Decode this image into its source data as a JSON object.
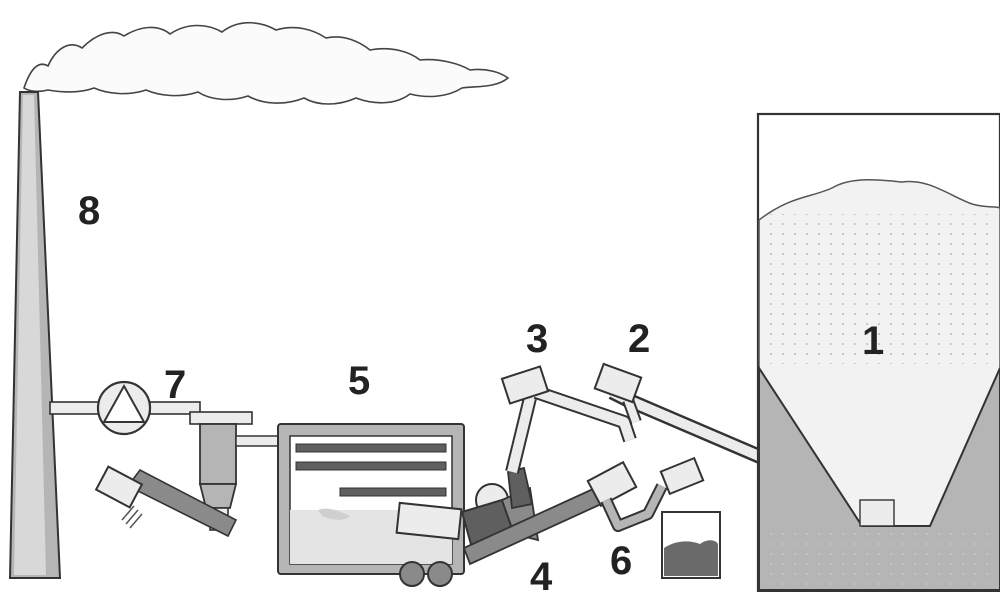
{
  "labels": {
    "silo": "1",
    "conveyor_silo": "2",
    "conveyor_feed": "3",
    "furnace_inlet": "4",
    "boiler": "5",
    "ash_container": "6",
    "fan": "7",
    "chimney": "8"
  },
  "colors": {
    "line": "#333333",
    "fill_light": "#ececec",
    "fill_mid": "#b5b5b5",
    "fill_dark": "#5f5f5f",
    "silo_fuel": "#f2f2f2",
    "ash": "#6a6a6a"
  }
}
